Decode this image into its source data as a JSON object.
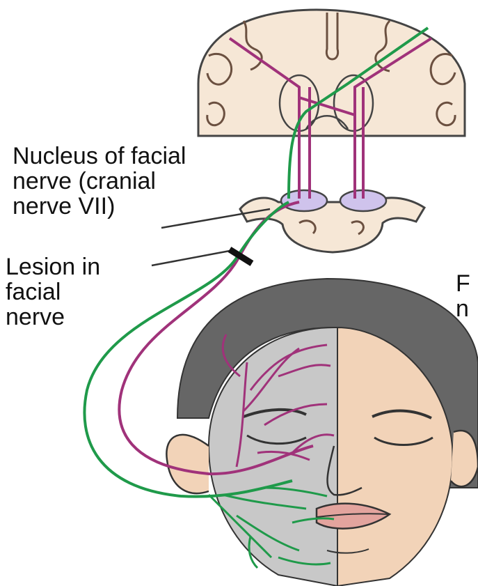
{
  "labels": {
    "nucleus": {
      "line1": "Nucleus of facial",
      "line2": "nerve (cranial",
      "line3": "nerve VII)"
    },
    "lesion": {
      "line1": "Lesion in",
      "line2": "facial",
      "line3": "nerve"
    },
    "cutoff": {
      "line1": "F",
      "line2": "n"
    }
  },
  "colors": {
    "upper_motor_neuron": "#a0327a",
    "lower_motor_neuron": "#1f9a4a",
    "nucleus_fill": "#cfc3ec",
    "brain_fill": "#f6e7d6",
    "hair": "#666666",
    "paralyzed_skin": "#c8c8c8",
    "normal_skin": "#f2d3b8"
  }
}
